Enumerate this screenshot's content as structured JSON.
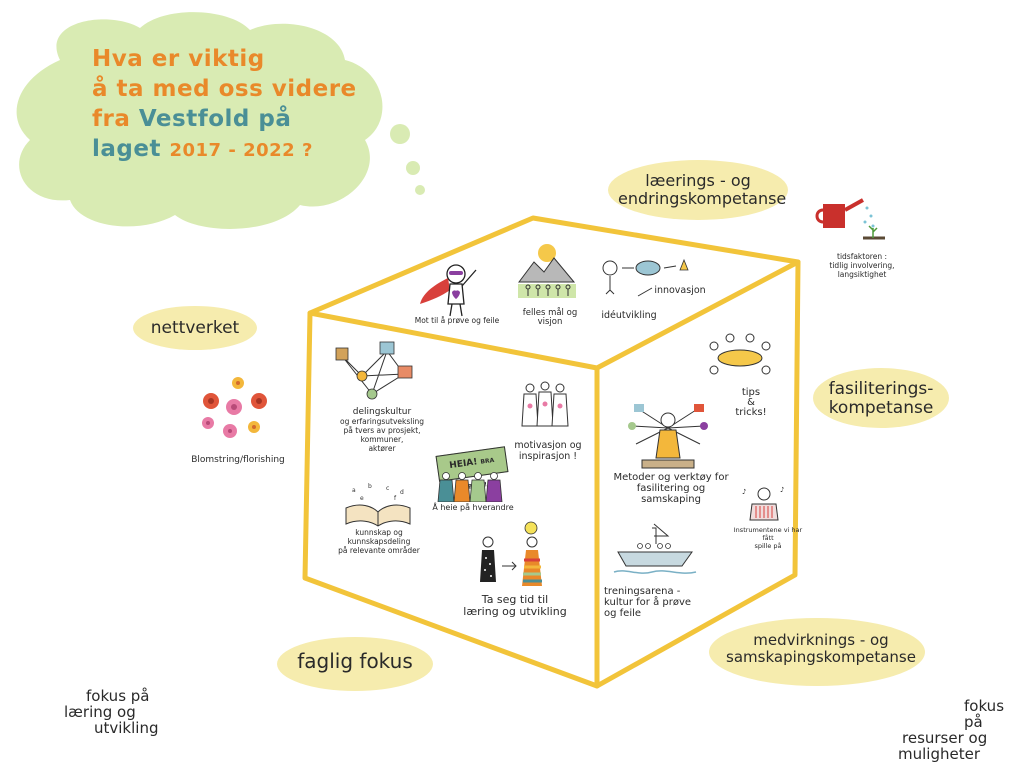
{
  "question": {
    "line1": "Hva er viktig",
    "line2": "å ta med oss videre",
    "line3a": "fra",
    "line3b": "Vestfold på",
    "line4a": "laget",
    "line4b": "2017 - 2022 ?"
  },
  "blobs": {
    "laering_line1": "læerings - og",
    "laering_line2": "endringskompetanse",
    "nettverket": "nettverket",
    "fasilitering_line1": "fasiliterings-",
    "fasilitering_line2": "kompetanse",
    "faglig": "faglig fokus",
    "medvirkning_line1": "medvirknings - og",
    "medvirkning_line2": "samskapingskompetanse"
  },
  "top_face": {
    "mot": "Mot til å prøve og feile",
    "felles": "felles mål og visjon",
    "ide": "idéutvikling",
    "innovasjon": "innovasjon"
  },
  "left_face": {
    "deling_1": "delingskultur",
    "deling_2": "og erfaringsutveksling",
    "deling_3": "på tvers av prosjekt, kommuner,",
    "deling_4": "aktører",
    "motivasjon_1": "motivasjon og",
    "motivasjon_2": "inspirasjon !",
    "heia_sign": "HEIA!",
    "heia_sub": "BRA JOBBA!!!",
    "heie": "Å heie på hverandre",
    "kunnskap_1": "kunnskap og kunnskapsdeling",
    "kunnskap_2": "på relevante områder",
    "tid_1": "Ta seg tid til",
    "tid_2": "læring og utvikling"
  },
  "right_face": {
    "tips_1": "tips",
    "tips_2": "&",
    "tips_3": "tricks!",
    "metoder_1": "Metoder og verktøy for",
    "metoder_2": "fasilitering og samskaping",
    "instrument_1": "Instrumentene vi har fått",
    "instrument_2": "spille på",
    "trening_1": "treningsarena -",
    "trening_2": "kultur for å prøve",
    "trening_3": "og feile"
  },
  "side_items": {
    "tidsfaktoren_1": "tidsfaktoren :",
    "tidsfaktoren_2": "tidlig involvering,",
    "tidsfaktoren_3": "langsiktighet",
    "blomstring": "Blomstring/florishing"
  },
  "corners": {
    "left_1": "fokus på",
    "left_2": "læring og",
    "left_3": "utvikling",
    "right_1": "fokus på",
    "right_2": "resurser og",
    "right_3": "muligheter"
  },
  "colors": {
    "cloud": "#d9ebb3",
    "blob": "#f6ecae",
    "cube": "#f2c43a",
    "orange": "#e9892a",
    "teal": "#4a8f96"
  }
}
